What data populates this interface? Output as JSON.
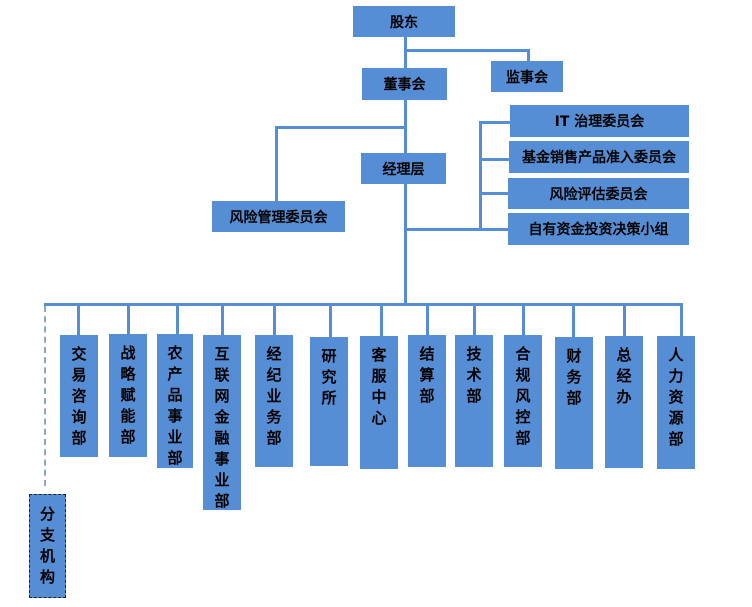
{
  "top": {
    "shareholders": "股东",
    "board": "董事会",
    "supervisors": "监事会",
    "management": "经理层",
    "risk_committee": "风险管理委员会"
  },
  "committees": [
    "IT 治理委员会",
    "基金销售产品准入委员会",
    "风险评估委员会",
    "自有资金投资决策小组"
  ],
  "departments": [
    "交易咨询部",
    "战略赋能部",
    "农产品事业部",
    "互联网金融事业部",
    "经纪业务部",
    "研究所",
    "客服中心",
    "结算部",
    "技术部",
    "合规风控部",
    "财务部",
    "总经办",
    "人力资源部"
  ],
  "branch": "分支机构",
  "colors": {
    "box": "#558ed5",
    "line": "#558ed5",
    "text": "#000000"
  }
}
